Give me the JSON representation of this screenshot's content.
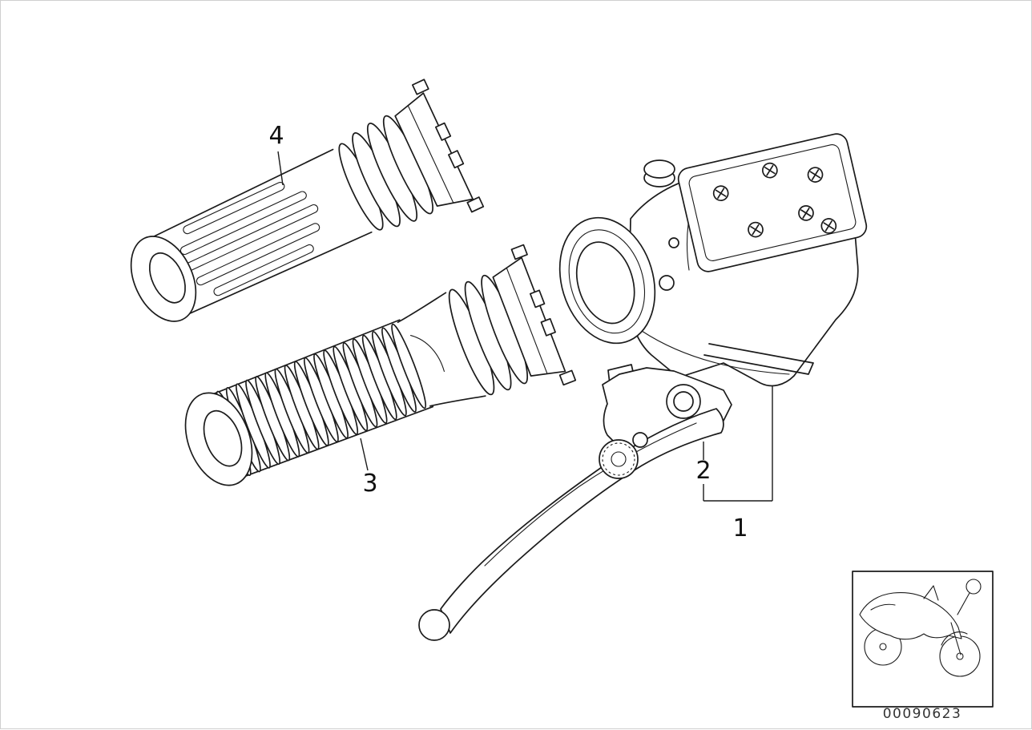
{
  "colors": {
    "background": "#ffffff",
    "line": "#1b1b1b",
    "text": "#111111"
  },
  "diagram": {
    "callouts": [
      {
        "label": "1"
      },
      {
        "label": "2"
      },
      {
        "label": "3"
      },
      {
        "label": "4"
      }
    ],
    "thumbnail": {
      "icon": "motorcycle-icon",
      "drawing_number": "00090623"
    }
  }
}
